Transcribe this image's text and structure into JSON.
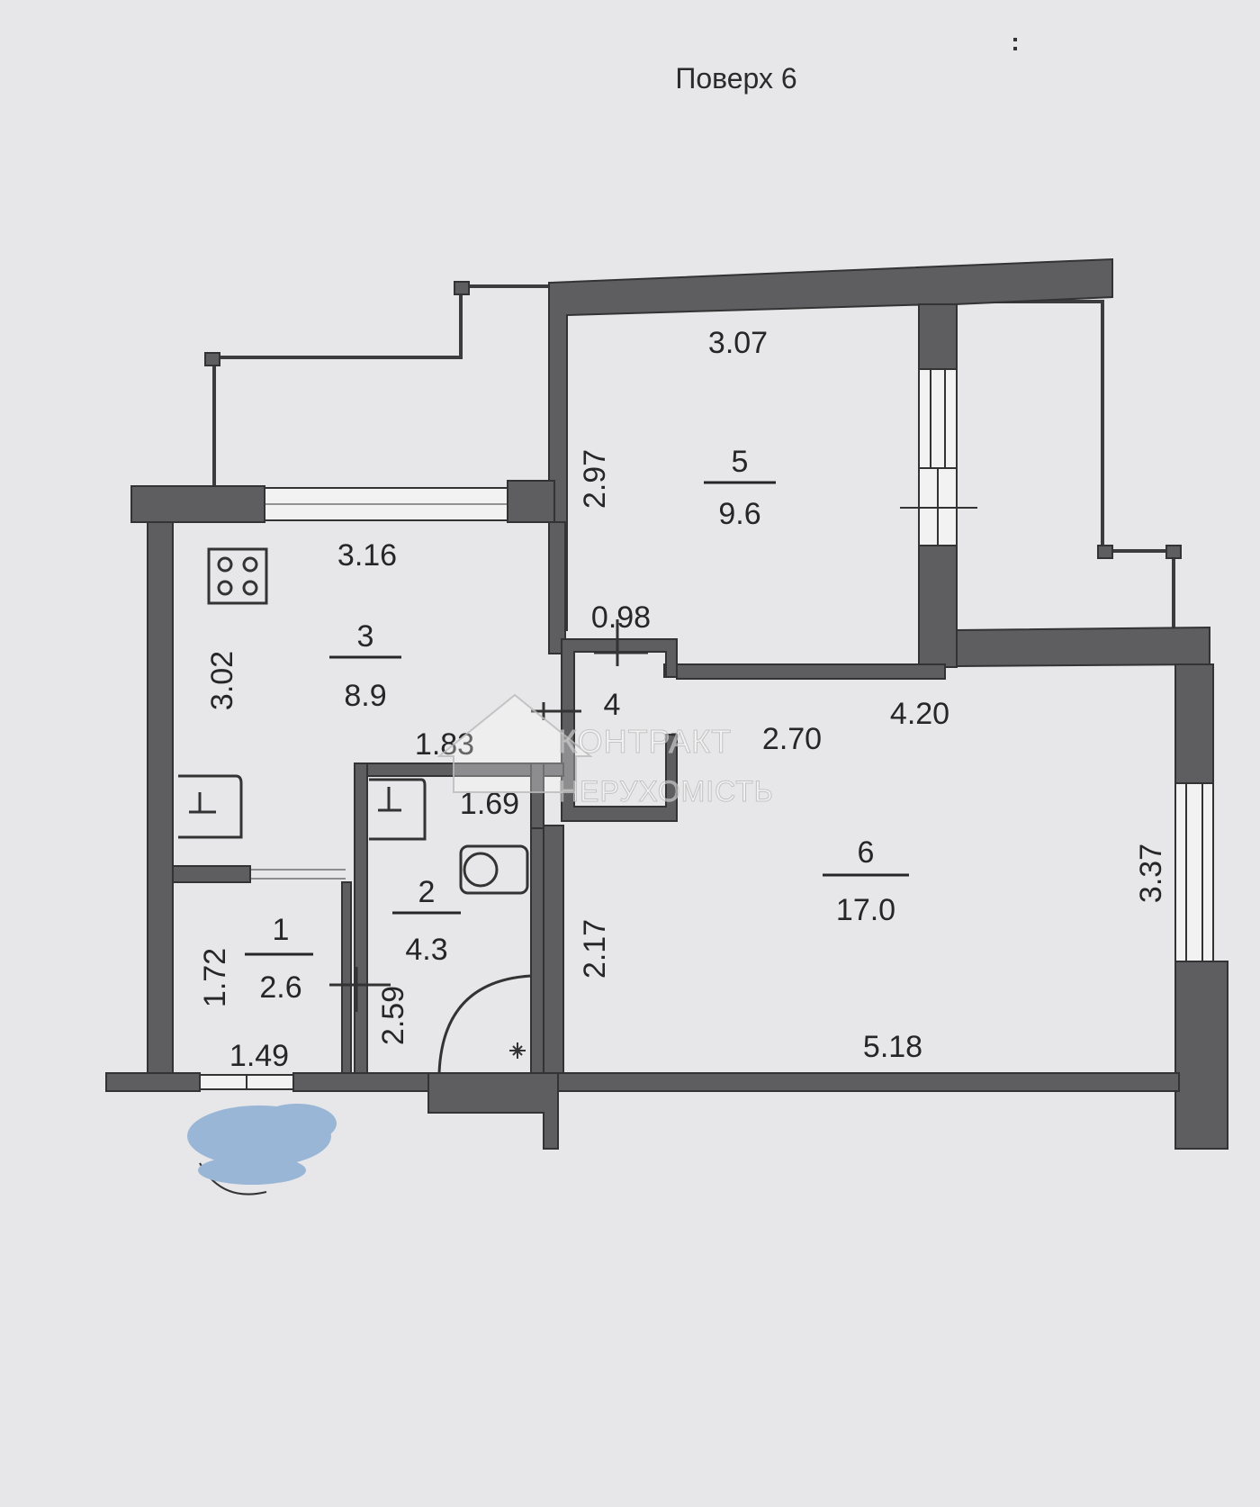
{
  "title": "Поверх 6",
  "rooms": [
    {
      "id": "room-1",
      "number": "1",
      "area": "2.6"
    },
    {
      "id": "room-2",
      "number": "2",
      "area": "4.3"
    },
    {
      "id": "room-3",
      "number": "3",
      "area": "8.9"
    },
    {
      "id": "room-4",
      "number": "4",
      "area": ""
    },
    {
      "id": "room-5",
      "number": "5",
      "area": "9.6"
    },
    {
      "id": "room-6",
      "number": "6",
      "area": "17.0"
    }
  ],
  "dimensions": {
    "room5_width": "3.07",
    "room5_height": "2.97",
    "kitchen_width": "3.16",
    "kitchen_height": "3.02",
    "corridor_width": "0.98",
    "room6_top": "4.20",
    "room6_side": "3.37",
    "room6_bottom": "5.18",
    "room6_left": "2.17",
    "hall_dim_a": "1.83",
    "hall_dim_b": "2.70",
    "bath_width": "1.69",
    "bath_height": "2.59",
    "entry_height": "1.72",
    "entry_width": "1.49"
  },
  "watermark": {
    "line1": "КОНТРАКТ",
    "line2": "НЕРУХОМІСТЬ"
  },
  "colors": {
    "wall": "#5e5e60",
    "paper": "#e7e7e9",
    "redaction_blob": "#9ab6d6"
  }
}
